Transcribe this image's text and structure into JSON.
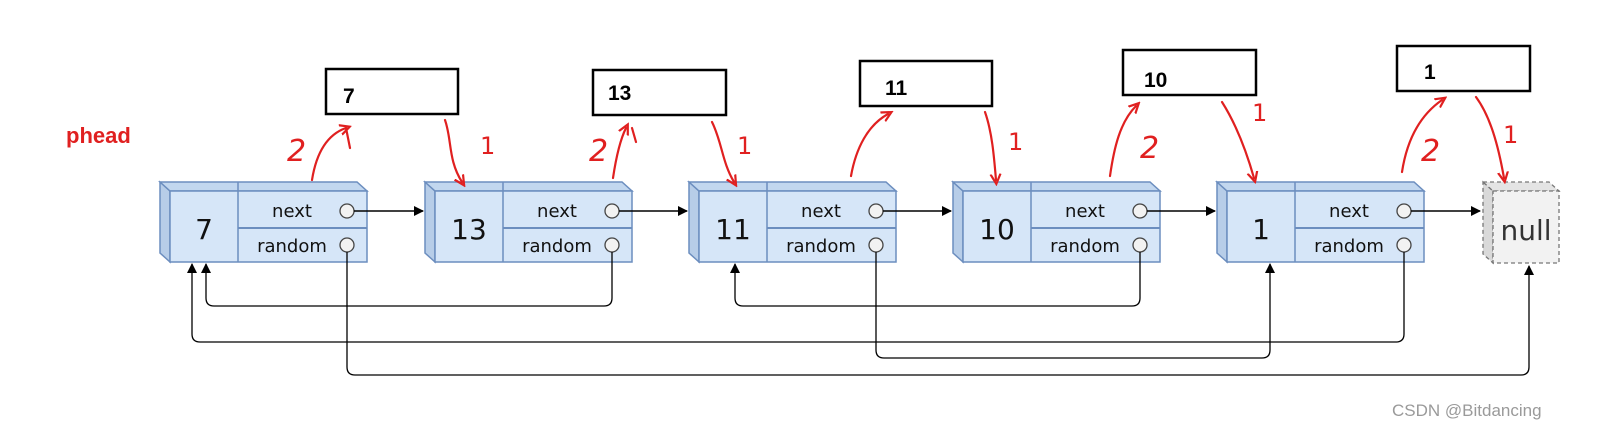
{
  "label_head": "phead",
  "nodes": [
    {
      "val": "7",
      "next_label": "next",
      "random_label": "random"
    },
    {
      "val": "13",
      "next_label": "next",
      "random_label": "random"
    },
    {
      "val": "11",
      "next_label": "next",
      "random_label": "random"
    },
    {
      "val": "10",
      "next_label": "next",
      "random_label": "random"
    },
    {
      "val": "1",
      "next_label": "next",
      "random_label": "random"
    }
  ],
  "null_label": "null",
  "copies": [
    "7",
    "13",
    "11",
    "10",
    "1"
  ],
  "step_marks": {
    "two": "2",
    "one": "1"
  },
  "watermark": "CSDN @Bitdancing",
  "colors": {
    "node_fill": "#d6e6f8",
    "node_stroke": "#6c8ebf",
    "annotation": "#e02020"
  }
}
